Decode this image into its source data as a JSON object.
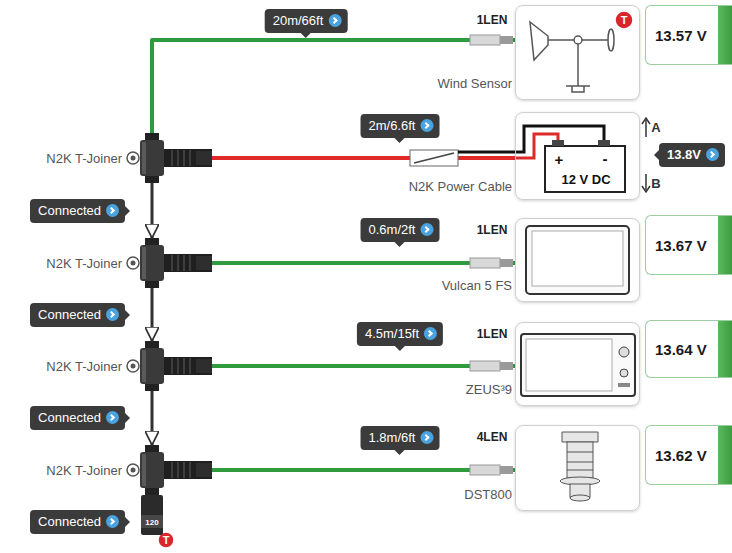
{
  "diagram": {
    "nodes": [
      {
        "text": [
          "Wind Sensor"
        ]
      },
      {
        "text": [
          "13.57 V"
        ]
      },
      {
        "text": [
          "N2K T-Joiner"
        ]
      },
      {
        "text": [
          "+",
          "-",
          "12 V DC"
        ]
      },
      {
        "text": [
          "N2K T-Joiner"
        ]
      },
      {
        "text": [
          "Vulcan 5 FS"
        ]
      },
      {
        "text": [
          "13.67 V"
        ]
      },
      {
        "text": [
          "N2K T-Joiner"
        ]
      },
      {
        "text": [
          "ZEUS³9"
        ]
      },
      {
        "text": [
          "13.64 V"
        ]
      },
      {
        "text": [
          "N2K T-Joiner"
        ]
      },
      {
        "text": [
          "DST800"
        ]
      },
      {
        "text": [
          "13.62 V"
        ]
      }
    ],
    "edges": [
      {
        "from": 2,
        "to": 0,
        "arrow": "none",
        "label": "20m/66ft"
      },
      {
        "from": 2,
        "to": 3,
        "arrow": "none",
        "label": "2m/6.6ft"
      },
      {
        "from": 4,
        "to": 5,
        "arrow": "none",
        "label": "0.6m/2ft"
      },
      {
        "from": 7,
        "to": 8,
        "arrow": "none",
        "label": "4.5m/15ft"
      },
      {
        "from": 10,
        "to": 11,
        "arrow": "none",
        "label": "1.8m/6ft"
      },
      {
        "from": 2,
        "to": 4,
        "arrow": "to",
        "label": "Connected"
      },
      {
        "from": 4,
        "to": 7,
        "arrow": "to",
        "label": "Connected"
      },
      {
        "from": 7,
        "to": 10,
        "arrow": "to",
        "label": "Connected"
      }
    ],
    "labels": [
      "1LEN",
      "T",
      "N2K Power Cable",
      "A",
      "B",
      "13.8V",
      "1LEN",
      "1LEN",
      "4LEN",
      "Connected",
      "120",
      "T"
    ]
  }
}
